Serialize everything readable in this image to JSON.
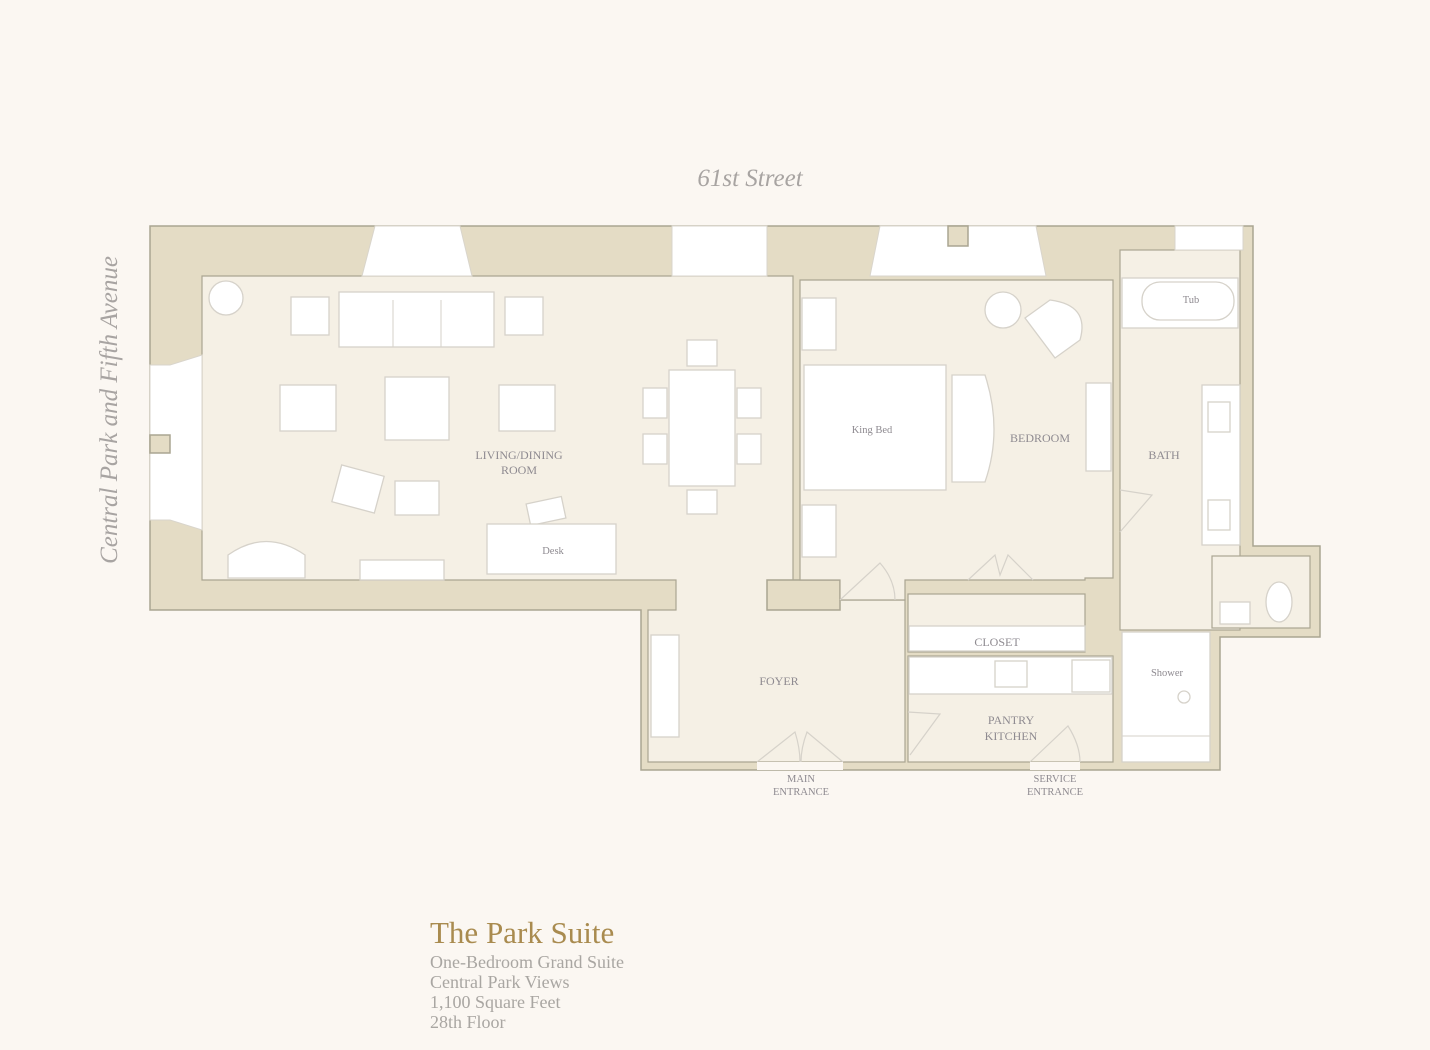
{
  "streets": {
    "top": "61st Street",
    "left": "Central Park and Fifth Avenue"
  },
  "rooms": {
    "living_line1": "LIVING/DINING",
    "living_line2": "ROOM",
    "bedroom": "BEDROOM",
    "bath": "BATH",
    "closet": "CLOSET",
    "foyer": "FOYER",
    "pantry_line1": "PANTRY",
    "pantry_line2": "KITCHEN"
  },
  "fixtures": {
    "desk": "Desk",
    "king_bed": "King Bed",
    "tub": "Tub",
    "shower": "Shower"
  },
  "entrances": {
    "main_line1": "MAIN",
    "main_line2": "ENTRANCE",
    "service_line1": "SERVICE",
    "service_line2": "ENTRANCE"
  },
  "suite": {
    "name": "The Park Suite",
    "details": [
      "One-Bedroom Grand Suite",
      "Central Park Views",
      "1,100 Square Feet",
      "28th Floor"
    ]
  },
  "colors": {
    "background": "#fbf7f2",
    "wall": "#e4dcc5",
    "floor": "#f5f0e5",
    "title": "#a98b4f",
    "text": "#a9a6a2"
  }
}
